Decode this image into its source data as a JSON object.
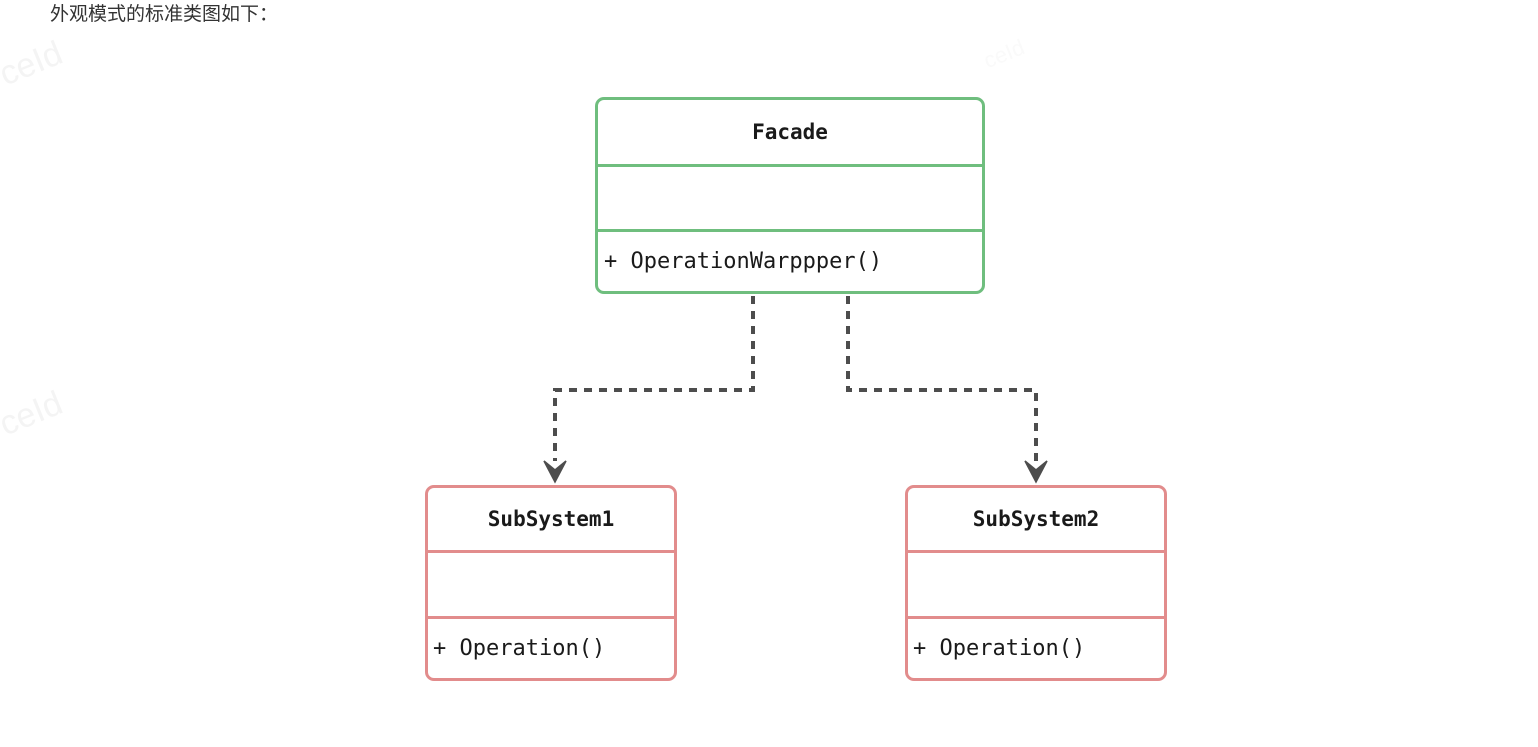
{
  "page": {
    "title": "外观模式的标准类图如下：",
    "background_color": "#ffffff"
  },
  "watermarks": [
    {
      "text": "ceId",
      "position": "top-left"
    },
    {
      "text": "ceId",
      "position": "mid-left"
    },
    {
      "text": "ceId",
      "position": "top-right"
    }
  ],
  "diagram": {
    "type": "uml-class-diagram",
    "pattern": "Facade",
    "colors": {
      "facade_border": "#6fbe7e",
      "subsystem_border": "#e28c8c",
      "connector": "#4d4d4d",
      "text": "#1a1a1a",
      "title_text": "#333333"
    },
    "classes": [
      {
        "id": "facade",
        "name": "Facade",
        "stereotype": "",
        "attributes": [],
        "operations": [
          "+ OperationWarppper()"
        ],
        "border_color": "#6fbe7e"
      },
      {
        "id": "subsystem1",
        "name": "SubSystem1",
        "stereotype": "",
        "attributes": [],
        "operations": [
          "+ Operation()"
        ],
        "border_color": "#e28c8c"
      },
      {
        "id": "subsystem2",
        "name": "SubSystem2",
        "stereotype": "",
        "attributes": [],
        "operations": [
          "+ Operation()"
        ],
        "border_color": "#e28c8c"
      }
    ],
    "relations": [
      {
        "id": "facade-to-subsystem1",
        "from": "facade",
        "to": "subsystem1",
        "type": "dependency",
        "line_style": "dashed",
        "arrow": "open-arrow",
        "label": ""
      },
      {
        "id": "facade-to-subsystem2",
        "from": "facade",
        "to": "subsystem2",
        "type": "dependency",
        "line_style": "dashed",
        "arrow": "open-arrow",
        "label": ""
      }
    ]
  }
}
